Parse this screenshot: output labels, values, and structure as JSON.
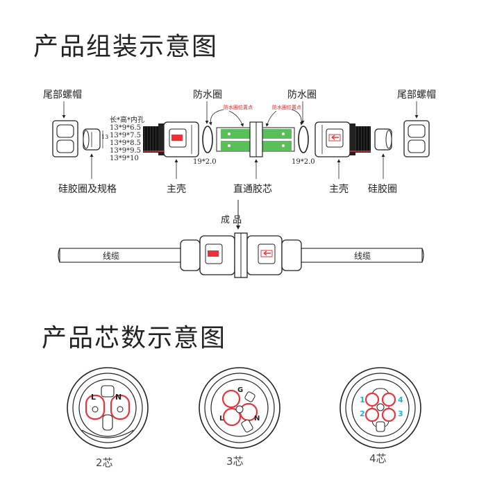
{
  "titles": {
    "assembly": "产品组装示意图",
    "cores": "产品芯数示意图"
  },
  "assembly": {
    "tail_nut": "尾部螺帽",
    "waterproof_ring": "防水圈",
    "waterproof_note": "防水圈位置点",
    "ring_size": "19*2.0",
    "silicone_ring_spec": "硅胶圈及规格",
    "silicone_ring": "硅胶圈",
    "main_shell": "主壳",
    "straight_core": "直通胶芯",
    "dim_13": "13",
    "spec_list": [
      "长*高*内孔",
      "13*9*6.5",
      "13*9*7.5",
      "13*9*8.5",
      "13*9*9.5",
      "13*9*10"
    ]
  },
  "finished": {
    "label": "成 品",
    "cable": "线缆"
  },
  "cores": [
    {
      "caption": "2芯",
      "pins": [
        "L",
        "N"
      ]
    },
    {
      "caption": "3芯",
      "pins": [
        "G",
        "L",
        "N"
      ]
    },
    {
      "caption": "4芯",
      "pins": [
        "1",
        "2",
        "3",
        "4"
      ]
    }
  ],
  "colors": {
    "accent": "#e8323c",
    "pin_blue": "#19b5d8",
    "green": "#3cb43c"
  }
}
